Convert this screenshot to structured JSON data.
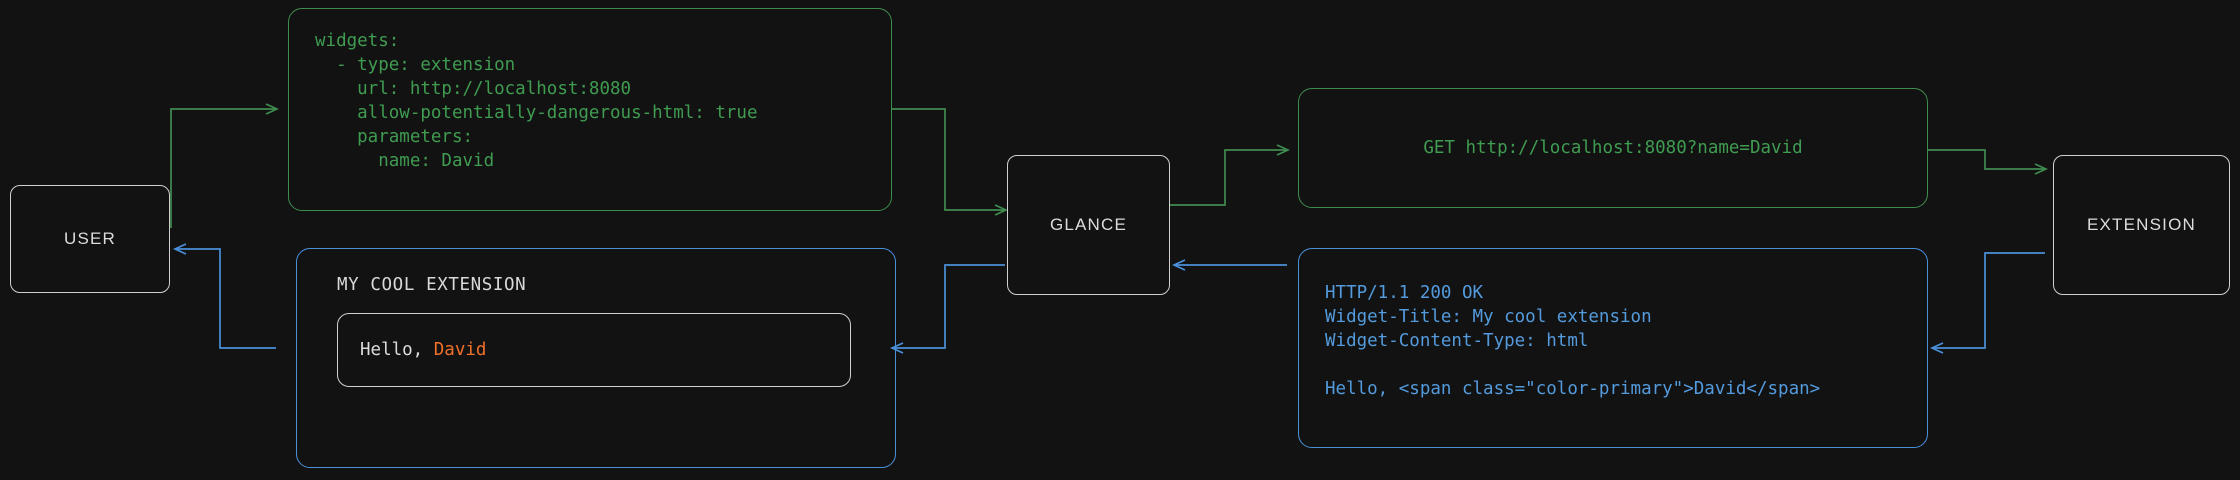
{
  "theme": {
    "background": "#121212",
    "neutral_border": "#d0d0d0",
    "neutral_text": "#dcdcdc",
    "green": "#3f9c51",
    "blue": "#539bdd",
    "accent_orange": "#f0702a"
  },
  "nodes": {
    "user": {
      "label": "USER"
    },
    "glance": {
      "label": "GLANCE"
    },
    "extension": {
      "label": "EXTENSION"
    }
  },
  "config_block": {
    "color": "green",
    "lines": [
      "widgets:",
      "  - type: extension",
      "    url: http://localhost:8080",
      "    allow-potentially-dangerous-html: true",
      "    parameters:",
      "      name: David"
    ],
    "text": "widgets:\n  - type: extension\n    url: http://localhost:8080\n    allow-potentially-dangerous-html: true\n    parameters:\n      name: David"
  },
  "request_block": {
    "color": "green",
    "text": "GET http://localhost:8080?name=David"
  },
  "response_block": {
    "color": "blue",
    "lines": [
      "HTTP/1.1 200 OK",
      "Widget-Title: My cool extension",
      "Widget-Content-Type: html",
      "",
      "Hello, <span class=\"color-primary\">David</span>"
    ],
    "text": "HTTP/1.1 200 OK\nWidget-Title: My cool extension\nWidget-Content-Type: html\n\nHello, <span class=\"color-primary\">David</span>"
  },
  "widget_render": {
    "title": "MY COOL EXTENSION",
    "body_prefix": "Hello, ",
    "body_accent": "David"
  },
  "edges": [
    {
      "name": "user-to-config",
      "color": "green",
      "direction": "right"
    },
    {
      "name": "config-to-glance",
      "color": "green",
      "direction": "right"
    },
    {
      "name": "glance-to-request",
      "color": "green",
      "direction": "right"
    },
    {
      "name": "request-to-extension",
      "color": "green",
      "direction": "right"
    },
    {
      "name": "extension-to-response",
      "color": "blue",
      "direction": "left"
    },
    {
      "name": "response-to-glance",
      "color": "blue",
      "direction": "left"
    },
    {
      "name": "glance-to-widget",
      "color": "blue",
      "direction": "left"
    },
    {
      "name": "widget-to-user",
      "color": "blue",
      "direction": "left"
    }
  ]
}
